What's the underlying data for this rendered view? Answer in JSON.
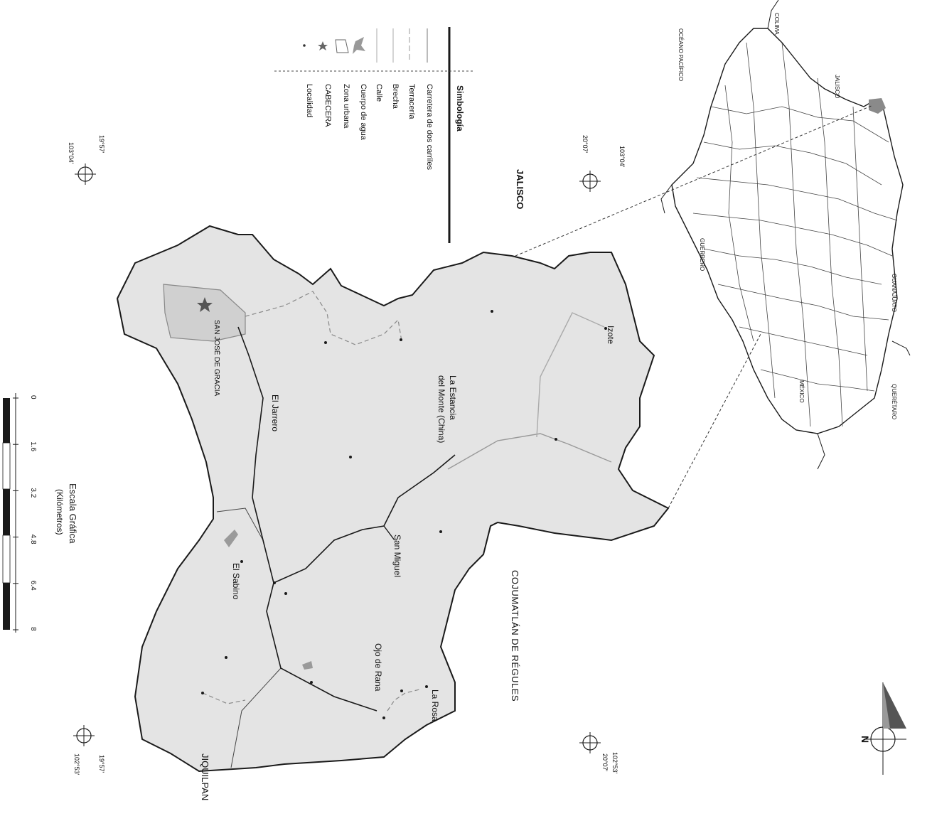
{
  "legend": {
    "title": "Simbología",
    "items": [
      {
        "key": "two_lane_road",
        "label": "Carretera de dos carriles"
      },
      {
        "key": "dirt_road",
        "label": "Terracería"
      },
      {
        "key": "trail",
        "label": "Brecha"
      },
      {
        "key": "street",
        "label": "Calle"
      },
      {
        "key": "water_body",
        "label": "Cuerpo de agua"
      },
      {
        "key": "urban_zone",
        "label": "Zona urbana"
      },
      {
        "key": "head_town",
        "label": "CABECERA"
      },
      {
        "key": "locality",
        "label": "Localidad"
      }
    ]
  },
  "neighbors": {
    "north": "JALISCO",
    "east": "COJUMATLÁN DE RÉGULES",
    "south": "JIQUILPAN"
  },
  "localities": {
    "cabecera": "SAN JOSÉ DE GRACIA",
    "izote": "Izote",
    "la_estancia": "La Estancia del Monte (China)",
    "el_jarrero": "El Jarrero",
    "san_miguel": "San Miguel",
    "el_sabino": "El Sabino",
    "ojo_de_rana": "Ojo de Rana",
    "la_rosa": "La Rosa"
  },
  "inset": {
    "labels": {
      "colima": "COLIMA",
      "pacific": "OCÉANO PACÍFICO",
      "jalisco": "JALISCO",
      "guerrero": "GUERRERO",
      "guanajuato": "GUANAJUATO",
      "mexico": "MÉXICO",
      "queretaro": "QUERÉTARO"
    }
  },
  "coordinates": {
    "top_left": {
      "lat": "20°07'",
      "lon": "103°04'"
    },
    "bottom_left": {
      "lat": "19°57'",
      "lon": "103°04'"
    },
    "top_right": {
      "lat": "20°07'",
      "lon": "102°53'"
    },
    "bottom_right": {
      "lat": "19°57'",
      "lon": "102°53'"
    }
  },
  "scale": {
    "title": "Escala Gráfica",
    "unit": "(Kilómetros)",
    "ticks": [
      "0",
      "1.6",
      "3.2",
      "4.8",
      "6.4",
      "8"
    ]
  },
  "north_arrow": {
    "label": "N"
  },
  "colors": {
    "municipality_fill": "#e4e4e4",
    "urban_fill": "#d0d0d0",
    "water_fill": "#9a9a9a",
    "ink": "#1a1a1a",
    "road_two_lane": "#1a1a1a",
    "dirt_road": "#888888",
    "trail": "#aaaaaa"
  }
}
